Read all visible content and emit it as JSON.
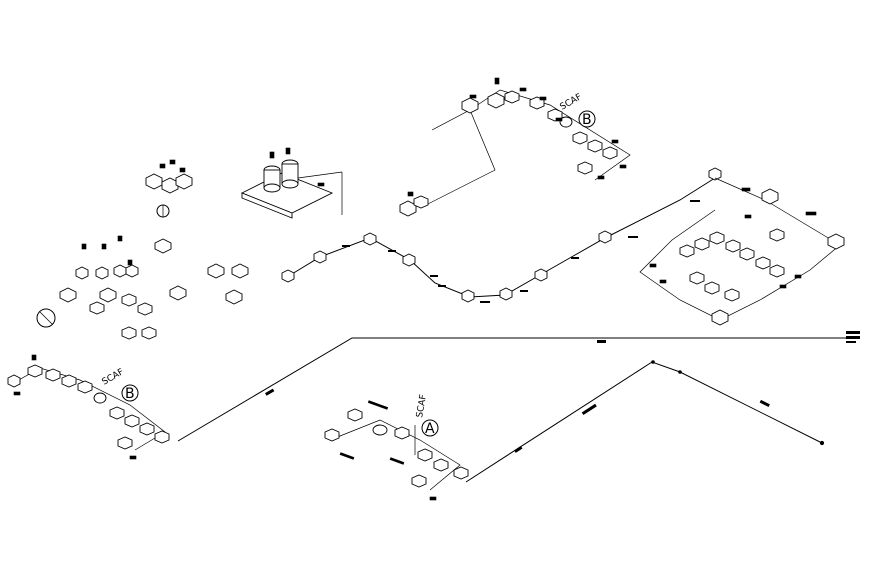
{
  "labels": {
    "scaf_b_top": "SCAF",
    "scaf_b_top_letter": "B",
    "scaf_b_left": "SCAF",
    "scaf_b_left_letter": "B",
    "scaf_a": "SCAF",
    "scaf_a_letter": "A"
  }
}
